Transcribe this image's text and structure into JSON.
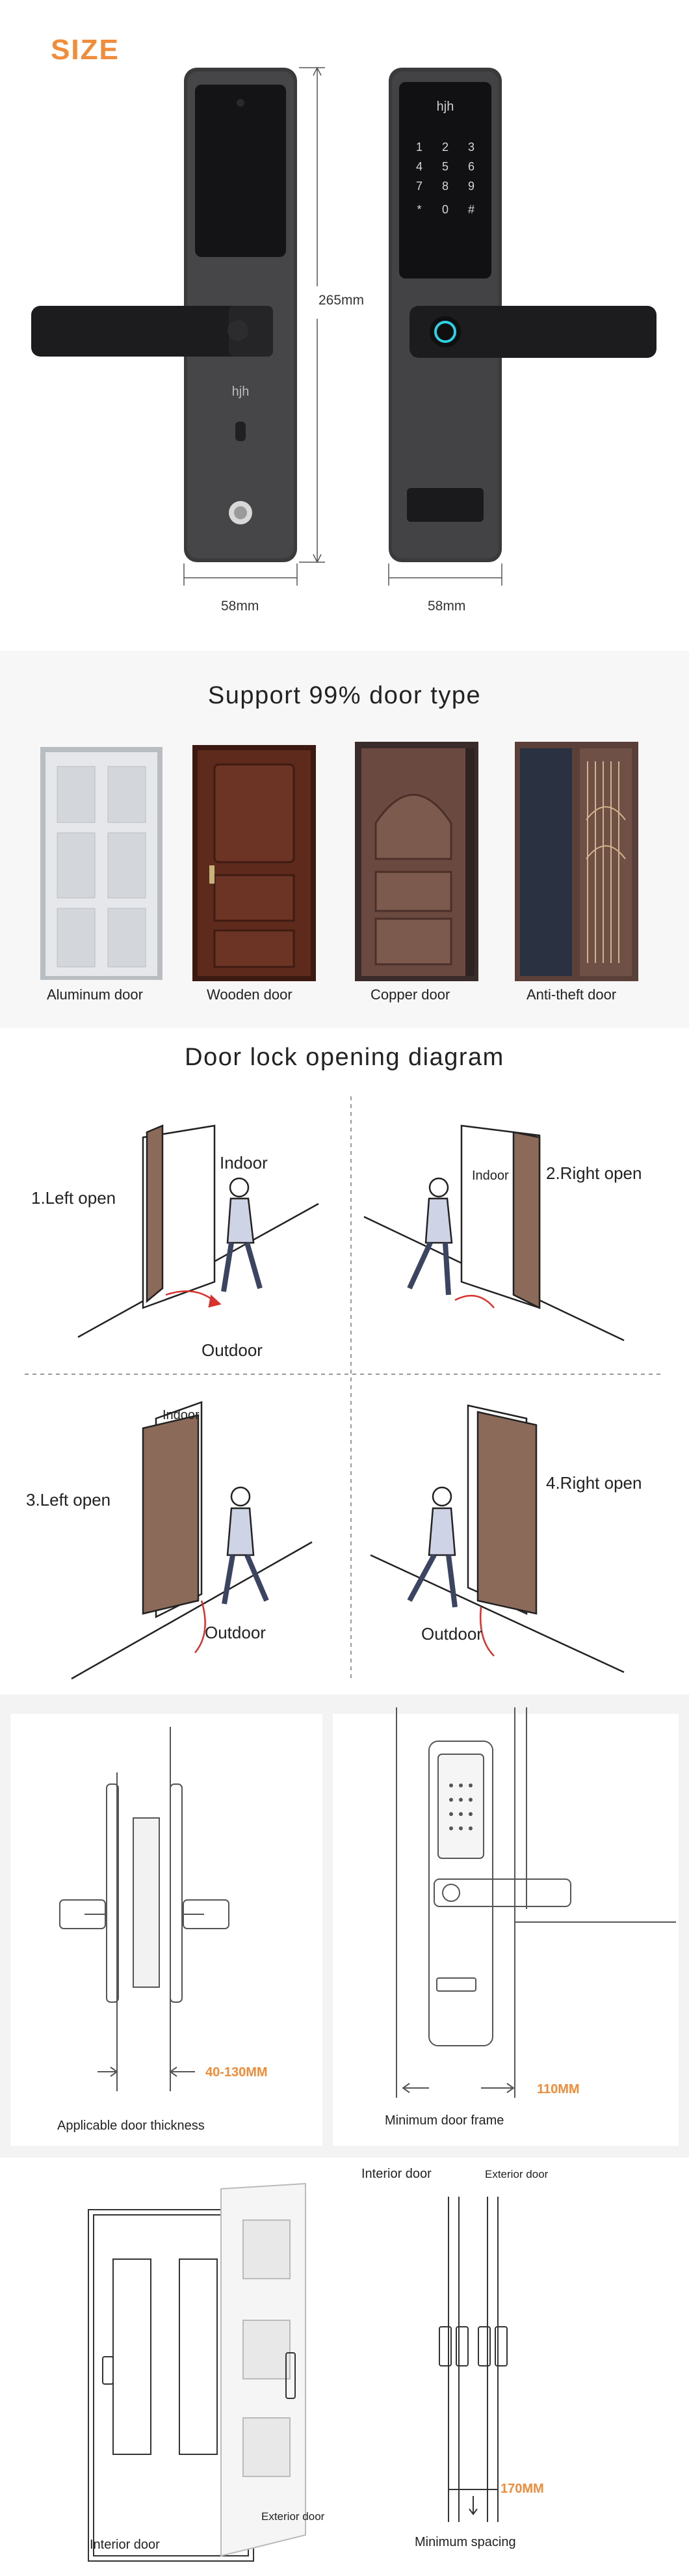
{
  "size_section": {
    "heading": "SIZE",
    "height_dim": "265mm",
    "width_dim_left": "58mm",
    "width_dim_right": "58mm",
    "brand": "hjh",
    "keypad_keys": [
      "1",
      "2",
      "3",
      "4",
      "5",
      "6",
      "7",
      "8",
      "9",
      "*",
      "0",
      "#"
    ]
  },
  "door_types": {
    "heading": "Support 99% door type",
    "items": [
      {
        "label": "Aluminum door"
      },
      {
        "label": "Wooden door"
      },
      {
        "label": "Copper door"
      },
      {
        "label": "Anti-theft door"
      }
    ]
  },
  "opening_diagram": {
    "heading": "Door lock opening diagram",
    "panels": [
      {
        "label": "1.Left open",
        "indoor": "Indoor",
        "outdoor": "Outdoor"
      },
      {
        "label": "2.Right open",
        "indoor": "Indoor"
      },
      {
        "label": "3.Left open",
        "indoor": "Indoor",
        "outdoor": "Outdoor"
      },
      {
        "label": "4.Right open",
        "outdoor": "Outdoor"
      }
    ]
  },
  "install_specs": {
    "thickness_caption": "Applicable door thickness",
    "thickness_value": "40-130MM",
    "frame_caption": "Minimum door frame",
    "frame_value": "110MM",
    "interior_door_caption": "Interior door",
    "exterior_door_caption": "Exterior door",
    "interior_door_top": "Interior door",
    "exterior_door_top": "Exterior door",
    "spacing_value": "170MM",
    "spacing_caption": "Minimum spacing"
  },
  "colors": {
    "accent": "#f08c3a",
    "lock_body": "#3a3a3c",
    "red_arrow": "#d9312b",
    "door_brown": "#7a5a4a"
  }
}
